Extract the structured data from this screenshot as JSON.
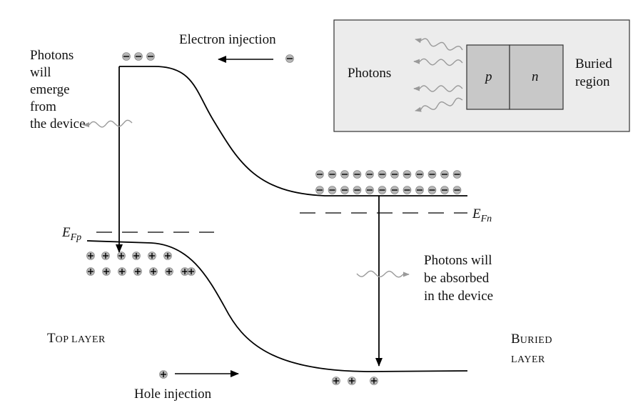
{
  "inset": {
    "photons_label": "Photons",
    "p_label": "p",
    "n_label": "n",
    "buried_region_label": "Buried\nregion"
  },
  "labels": {
    "electron_injection": "Electron injection",
    "hole_injection": "Hole injection",
    "photons_emerge": "Photons\nwill\nemerge\nfrom\nthe device",
    "photons_absorbed": "Photons will\nbe absorbed\nin the device",
    "efp_main": "E",
    "efp_sub": "Fp",
    "efn_main": "E",
    "efn_sub": "Fn",
    "top_layer_first": "T",
    "top_layer_rest": "OP LAYER",
    "buried_layer_first": "B",
    "buried_layer_rest": "URIED",
    "buried_layer_line2": "LAYER"
  },
  "symbols": {
    "electron": "−",
    "hole": "+"
  },
  "colors": {
    "photon_wave": "#9a9a9a",
    "carrier_fill": "#b5b5b5",
    "inset_bg": "#ececec",
    "device_fill": "#c8c8c8"
  }
}
